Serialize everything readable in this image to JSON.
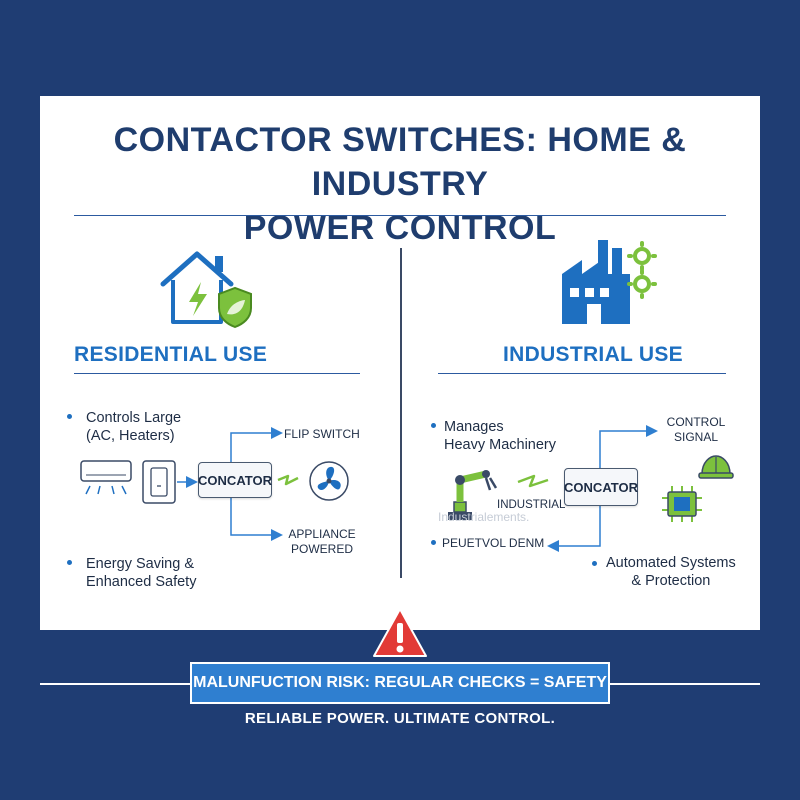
{
  "title": {
    "line1": "CONTACTOR SWITCHES: HOME & INDUSTRY",
    "line2": "POWER CONTROL"
  },
  "residential": {
    "heading": "RESIDENTIAL USE",
    "bullet1_line1": "Controls Large",
    "bullet1_line2": "(AC, Heaters)",
    "bullet2_line1": "Energy Saving &",
    "bullet2_line2": "Enhanced Safety",
    "contactor_label": "CONCATOR",
    "flip_switch_label": "FLIP SWITCH",
    "appliance_line1": "APPLIANCE",
    "appliance_line2": "POWERED"
  },
  "industrial": {
    "heading": "INDUSTRIAL USE",
    "bullet1_line1": "Manages",
    "bullet1_line2": "Heavy Machinery",
    "bullet2_line1": "Automated Systems",
    "bullet2_line2": "& Protection",
    "contactor_label": "CONCATOR",
    "control_line1": "CONTROL",
    "control_line2": "SIGNAL",
    "industrial_label": "INDUSTRIAL",
    "ghost_text": "Industrialements.",
    "bottom_label": "PEUETVOL DENM"
  },
  "warning": {
    "banner": "MALUNFUCTION RISK: REGULAR CHECKS = SAFETY",
    "tagline": "RELIABLE POWER. ULTIMATE CONTROL."
  },
  "colors": {
    "background": "#1f3d73",
    "accent_blue": "#1e6fc0",
    "green": "#7cc13d",
    "warning_red": "#e23a36"
  }
}
